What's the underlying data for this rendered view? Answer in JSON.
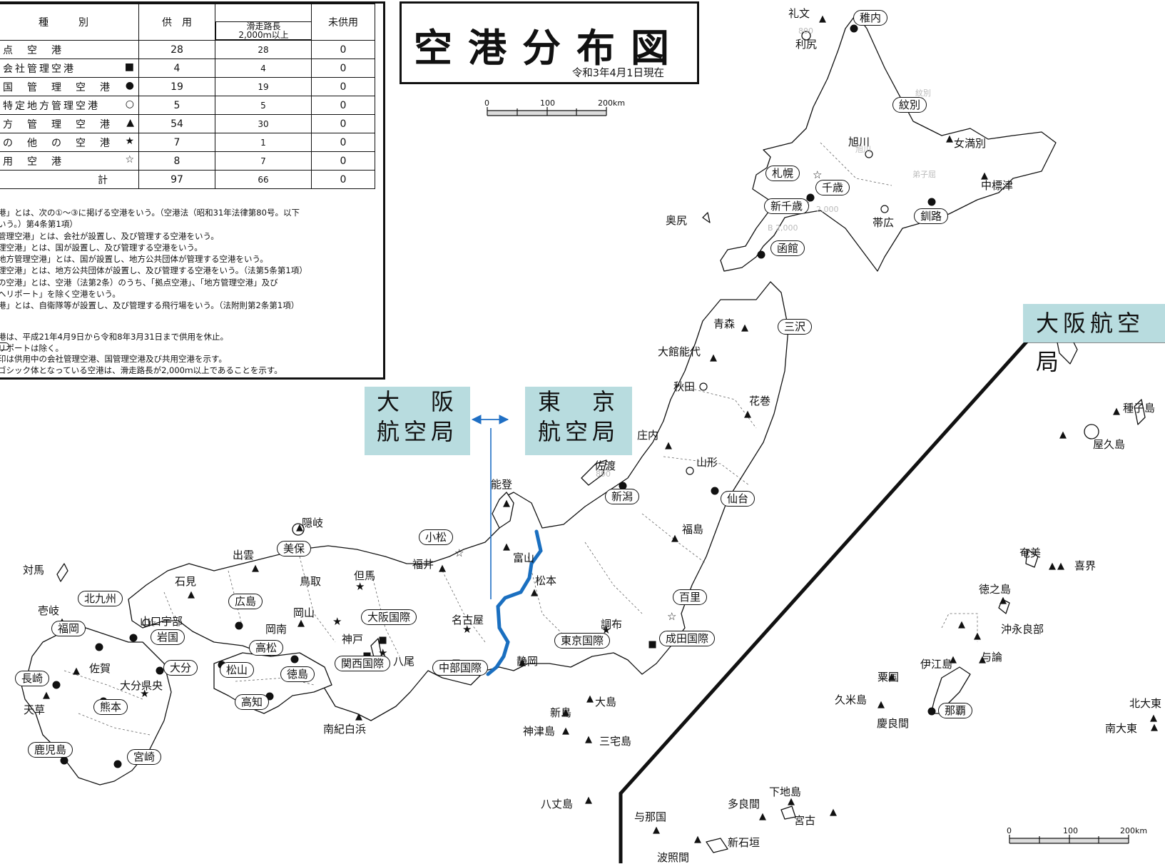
{
  "legend": {
    "header": {
      "kind": "種　別",
      "in_service": "供　用",
      "runway": "滑走路長\n2,000ｍ以上",
      "not_in_service": "未供用"
    },
    "rows": [
      {
        "kind": "点　空　港",
        "sym": "",
        "in_service": "28",
        "runway": "28",
        "unused": "0"
      },
      {
        "kind": "会社管理空港",
        "sym": "■",
        "in_service": "4",
        "runway": "4",
        "unused": "0"
      },
      {
        "kind": "国　管　理　空　港",
        "sym": "●",
        "in_service": "19",
        "runway": "19",
        "unused": "0"
      },
      {
        "kind": "特定地方管理空港",
        "sym": "○",
        "in_service": "5",
        "runway": "5",
        "unused": "0"
      },
      {
        "kind": "方　管　理　空　港",
        "sym": "▲",
        "in_service": "54",
        "runway": "30",
        "unused": "0"
      },
      {
        "kind": "の　他　の　空　港",
        "sym": "★",
        "in_service": "7",
        "runway": "1",
        "unused": "0"
      },
      {
        "kind": "用　空　港",
        "sym": "☆",
        "in_service": "8",
        "runway": "7",
        "unused": "0"
      },
      {
        "kind": "計",
        "sym": "",
        "in_service": "97",
        "runway": "66",
        "unused": "0"
      }
    ],
    "notes": [
      "港」とは、次の①～③に掲げる空港をいう。（空港法（昭和31年法律第80号。以下",
      "いう。）第4条第1項）",
      "管理空港」とは、会社が設置し、及び管理する空港をいう。",
      "理空港」とは、国が設置し、及び管理する空港をいう。",
      "地方管理空港」とは、国が設置し、地方公共団体が管理する空港をいう。",
      "理空港」とは、地方公共団体が設置し、及び管理する空港をいう。（法第5条第1項）",
      "の空港」とは、空港（法第2条）のうち、「拠点空港」、「地方管理空港」及び",
      "ヘリポート」を除く空港をいう。",
      "港」とは、自衛隊等が設置し、及び管理する飛行場をいう。（法附則第2条第1項）"
    ],
    "notes2": [
      "港は、平成21年4月9日から令和8年3月31日まで供用を休止。",
      "リポートは除く。",
      "印は供用中の会社管理空港、国管理空港及び共用空港を示す。",
      "ゴシック体となっている空港は、滑走路長が2,000ｍ以上であることを示す。"
    ]
  },
  "title": {
    "main": "空港分布図",
    "date": "令和3年4月1日現在"
  },
  "scale": {
    "zero": "0",
    "mid": "100",
    "end": "200km"
  },
  "bureaus": {
    "osaka": "大　阪\n航空局",
    "tokyo": "東　京\n航空局",
    "osaka_inset": "大阪航空局"
  },
  "airports_boxed": [
    "稚内",
    "紋別",
    "札幌",
    "千歳",
    "新千歳",
    "釧路",
    "函館",
    "三沢",
    "仙台",
    "新潟",
    "百里",
    "成田国際",
    "東京国際",
    "中部国際",
    "小松",
    "大阪国際",
    "関西国際",
    "美保",
    "広島",
    "岩国",
    "高松",
    "松山",
    "徳島",
    "高知",
    "北九州",
    "福岡",
    "大分",
    "長崎",
    "熊本",
    "鹿児島",
    "宮崎",
    "那覇"
  ],
  "airports_plain": [
    "礼文",
    "利尻",
    "旭川",
    "女満別",
    "中標津",
    "帯広",
    "奥尻",
    "青森",
    "大館能代",
    "秋田",
    "花巻",
    "庄内",
    "山形",
    "佐渡",
    "福島",
    "能登",
    "富山",
    "松本",
    "調布",
    "静岡",
    "名古屋",
    "福井",
    "但馬",
    "鳥取",
    "岡山",
    "岡南",
    "神戸",
    "八尾",
    "南紀白浜",
    "出雲",
    "隠岐",
    "石見",
    "山口宇部",
    "対馬",
    "壱岐",
    "佐賀",
    "大分県央",
    "天草",
    "大島",
    "新島",
    "神津島",
    "三宅島",
    "八丈島",
    "種子島",
    "屋久島",
    "奄美",
    "喜界",
    "徳之島",
    "沖永良部",
    "与論",
    "伊江島",
    "粟国",
    "久米島",
    "慶良間",
    "与那国",
    "多良間",
    "下地島",
    "宮古",
    "新石垣",
    "波照間",
    "北大東",
    "南大東"
  ],
  "ghost_labels": [
    "紋別",
    "旭川",
    "弟子屈",
    "2,000",
    "B 2,000",
    "890",
    "800"
  ]
}
